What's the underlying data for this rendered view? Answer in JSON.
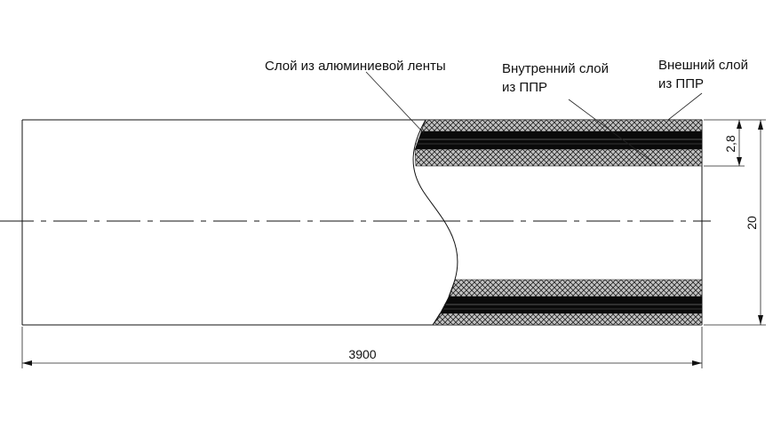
{
  "labels": {
    "aluminium": "Слой из алюминиевой ленты",
    "inner_line1": "Внутренний слой",
    "inner_line2": "из ППР",
    "outer_line1": "Внешний слой",
    "outer_line2": "из ППР"
  },
  "dimensions": {
    "length": "3900",
    "diameter": "20",
    "wall": "2,8"
  },
  "colors": {
    "line": "#111111",
    "hatch_bg": "#bdbdbd",
    "hatch_line": "#2a2a2a",
    "core": "#0a0a0a"
  }
}
